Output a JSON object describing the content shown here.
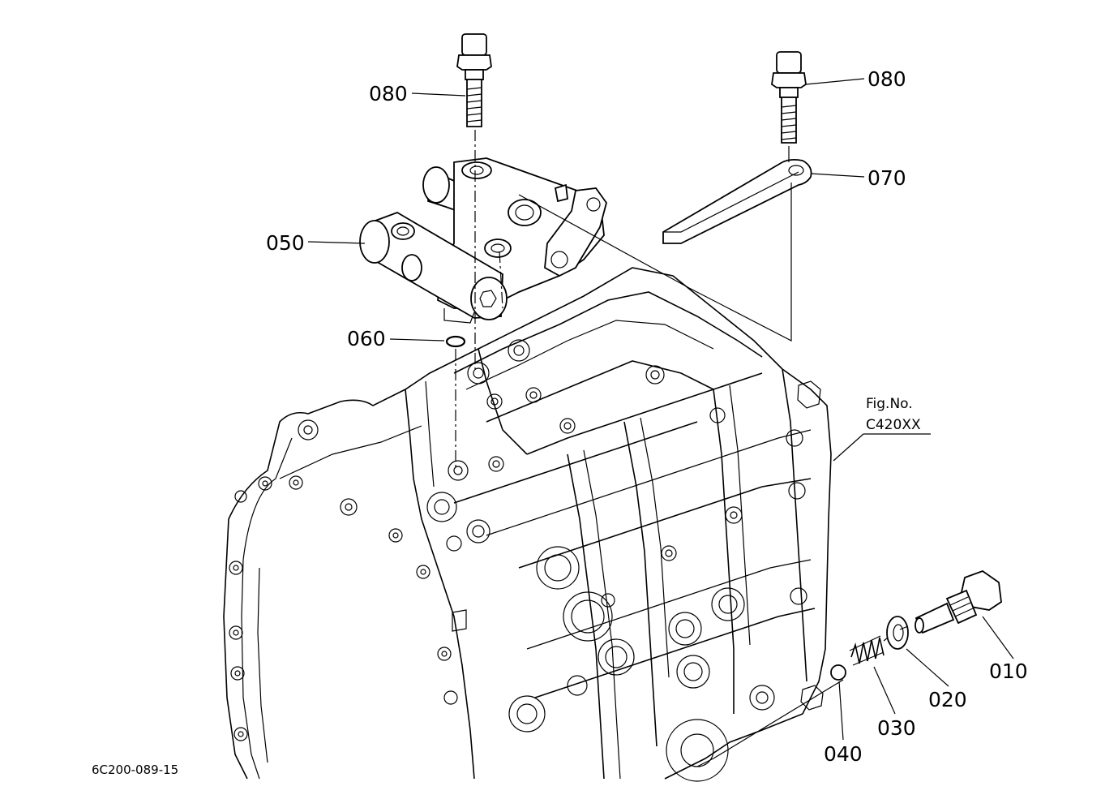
{
  "callouts": {
    "p080_left": "080",
    "p080_right": "080",
    "p070": "070",
    "p050": "050",
    "p060": "060",
    "p010": "010",
    "p020": "020",
    "p030": "030",
    "p040": "040"
  },
  "figure_ref": {
    "line1": "Fig.No.",
    "line2": "C420XX"
  },
  "drawing_code": "6C200-089-15"
}
